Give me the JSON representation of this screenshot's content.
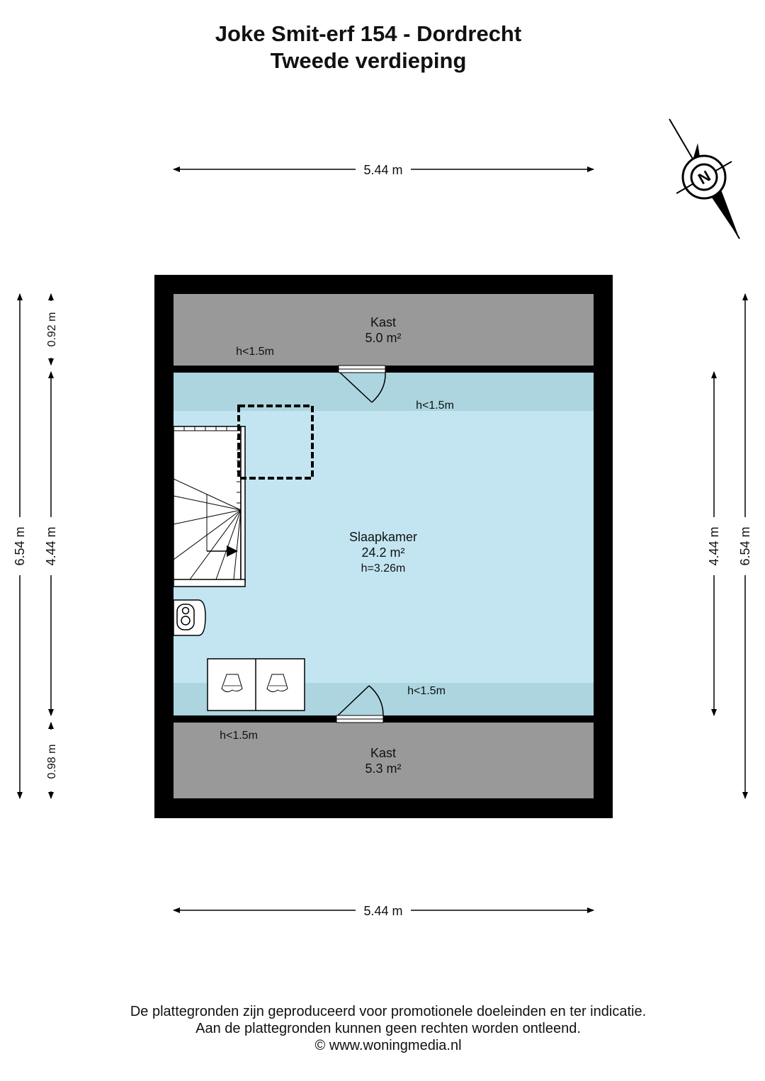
{
  "header": {
    "title": "Joke Smit-erf 154 - Dordrecht",
    "subtitle": "Tweede verdieping"
  },
  "dimensions": {
    "top_width": "5.44 m",
    "bottom_width": "5.44 m",
    "left_total": "6.54 m",
    "left_top": "0.92 m",
    "left_middle": "4.44 m",
    "left_bottom": "0.98 m",
    "right_middle": "4.44 m",
    "right_total": "6.54 m"
  },
  "rooms": {
    "kast_top": {
      "name": "Kast",
      "area": "5.0 m²",
      "height_note": "h<1.5m"
    },
    "slaapkamer": {
      "name": "Slaapkamer",
      "area": "24.2 m²",
      "height": "h=3.26m",
      "note_top": "h<1.5m",
      "note_bottom": "h<1.5m"
    },
    "kast_bottom": {
      "name": "Kast",
      "area": "5.3 m²",
      "height_note": "h<1.5m"
    }
  },
  "compass": {
    "label": "N"
  },
  "colors": {
    "wall": "#000000",
    "kast": "#999999",
    "room": "#c2e5f1",
    "low_zone": "#acd5df"
  },
  "footer": {
    "line1": "De plattegronden zijn geproduceerd voor promotionele doeleinden en ter indicatie.",
    "line2": "Aan de plattegronden kunnen geen rechten worden ontleend.",
    "line3": "© www.woningmedia.nl"
  }
}
